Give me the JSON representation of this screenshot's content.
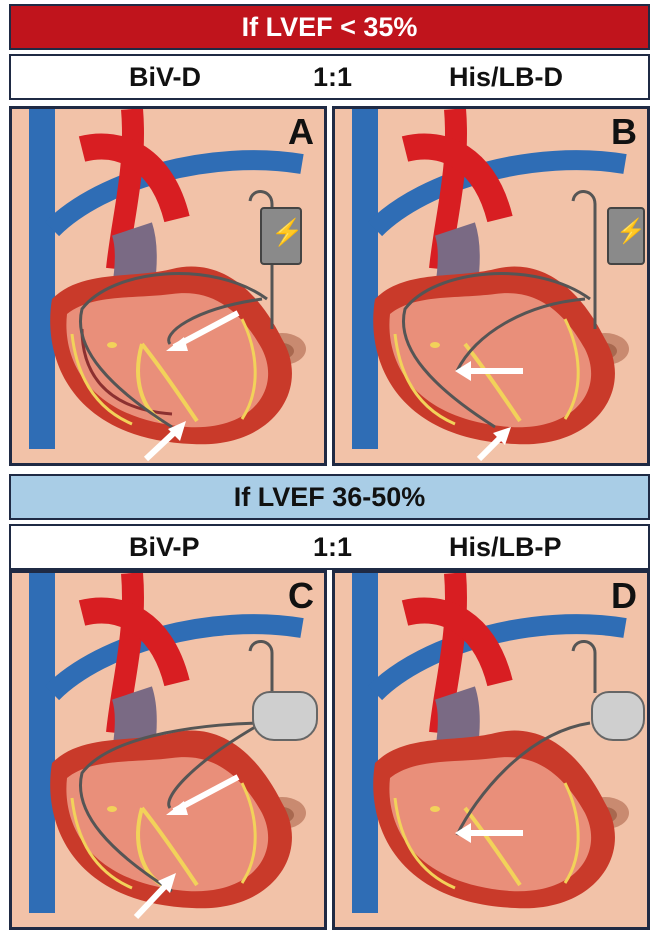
{
  "top_section": {
    "header": "If LVEF < 35%",
    "left_label": "BiV-D",
    "ratio": "1:1",
    "right_label": "His/LB-D"
  },
  "bottom_section": {
    "header": "If LVEF 36-50%",
    "left_label": "BiV-P",
    "ratio": "1:1",
    "right_label": "His/LB-P"
  },
  "panels": [
    {
      "letter": "A",
      "device": "defibrillator-lightning-icon",
      "arrows": 2
    },
    {
      "letter": "B",
      "device": "defibrillator-lightning-icon",
      "arrows": 2
    },
    {
      "letter": "C",
      "device": "pacemaker-icon",
      "arrows": 2
    },
    {
      "letter": "D",
      "device": "pacemaker-icon",
      "arrows": 1
    }
  ],
  "colors": {
    "red_band": "#c0141c",
    "blue_band": "#a9cde6",
    "frame": "#1f2a44",
    "skin": "#f2c2a8",
    "vein": "#2f6db5",
    "artery": "#d81e22",
    "conduction": "#f2d25a"
  }
}
